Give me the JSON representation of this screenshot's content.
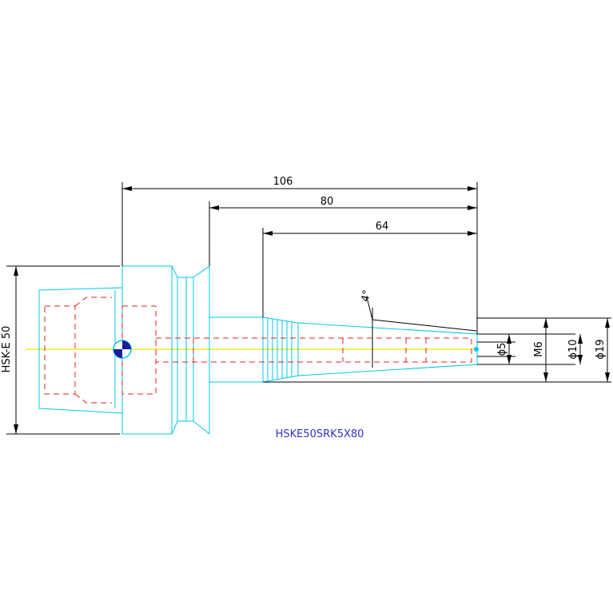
{
  "colors": {
    "outline": "#00c8e6",
    "hidden": "#e02020",
    "centerline": "#e6e600",
    "dimension": "#000000",
    "model_label": "#3030c8",
    "background": "#ffffff"
  },
  "dimensions": {
    "overall_length": "106",
    "gauge_length": "80",
    "nose_length": "64",
    "taper_angle": "4°",
    "bore_diameter": "ϕ5",
    "thread": "M6",
    "nose_diameter": "ϕ10",
    "body_diameter": "ϕ19",
    "shank_spec": "HSK-E 50"
  },
  "model_label": "HSKE50SRK5X80"
}
